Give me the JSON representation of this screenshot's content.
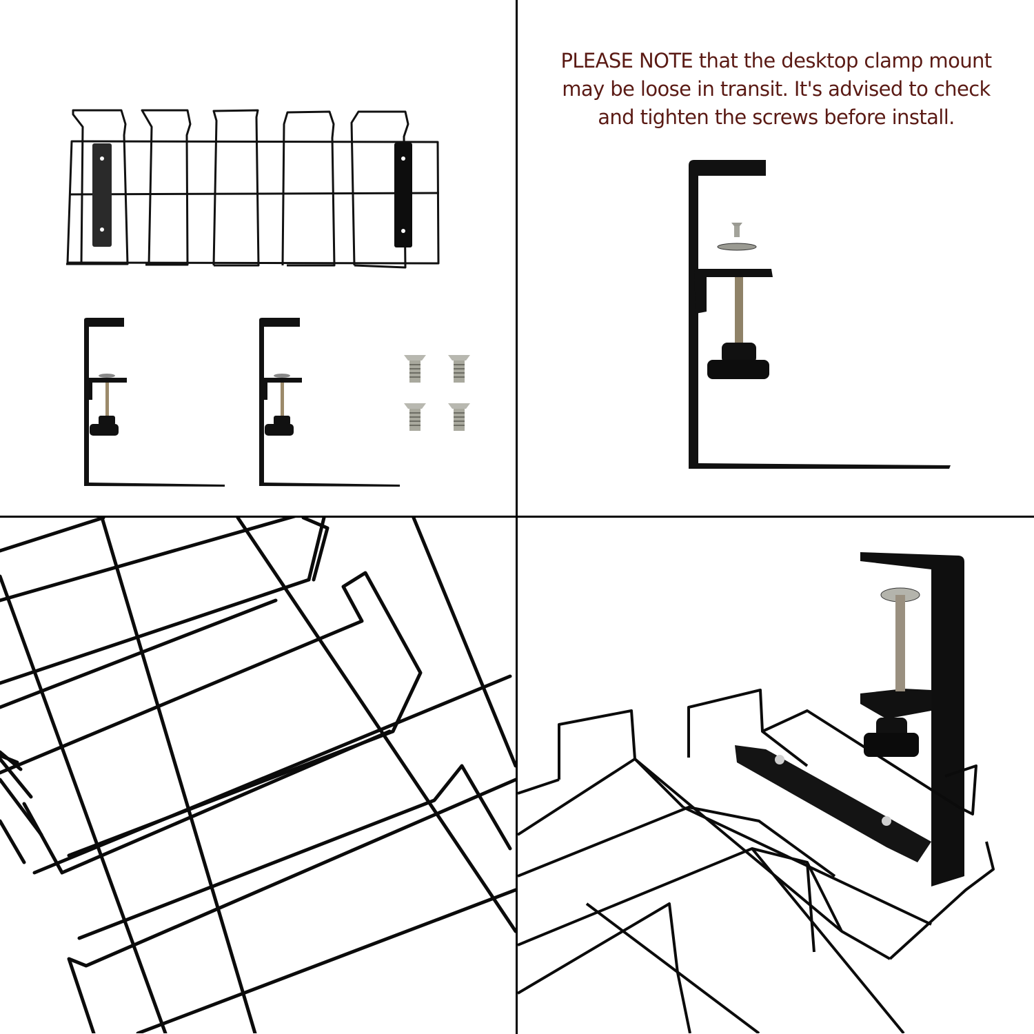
{
  "layout": {
    "grid": "2x2",
    "divider_color": "#000000",
    "background": "#ffffff"
  },
  "panels": {
    "top_left": {
      "description": "Product contents overview",
      "items": [
        {
          "name": "wire cable tray",
          "count": 1
        },
        {
          "name": "desk clamp bracket",
          "count": 2
        },
        {
          "name": "screw",
          "count": 4
        }
      ]
    },
    "top_right": {
      "note": {
        "lines": [
          "PLEASE NOTE that the desktop clamp mount",
          "may be loose in transit. It's advised to check",
          "and tighten the screws before install."
        ],
        "color": "#5a1a14"
      },
      "illustration": "desk clamp with screw and washer"
    },
    "bottom_left": {
      "illustration": "close-up of black wire mesh tray"
    },
    "bottom_right": {
      "illustration": "wire tray attached to desk clamp"
    }
  }
}
